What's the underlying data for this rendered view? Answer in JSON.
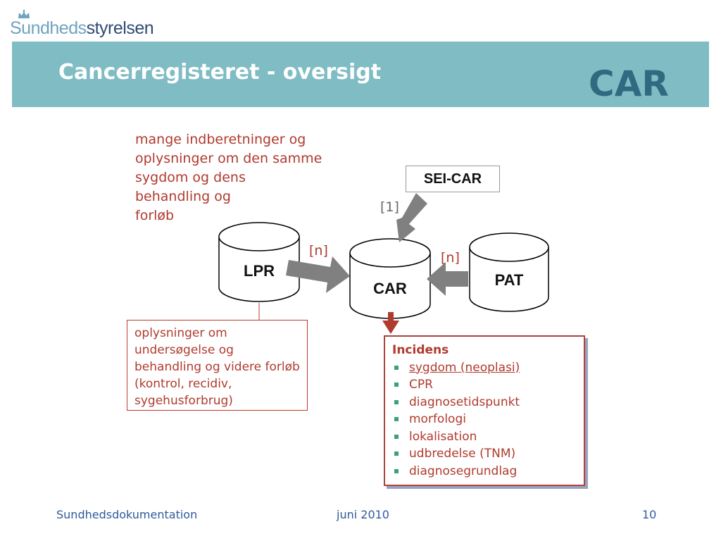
{
  "logo": {
    "part1": "Sundheds",
    "part2": "styrelsen"
  },
  "header": {
    "title": "Cancerregisteret - oversigt",
    "abbr": "CAR"
  },
  "note_top": {
    "lines": [
      "mange indberetninger og",
      "oplysninger om den samme",
      "sygdom og dens",
      "behandling og",
      "forløb"
    ]
  },
  "sources": {
    "sei_car": "SEI-CAR",
    "lpr": "LPR",
    "car": "CAR",
    "pat": "PAT"
  },
  "cardinality": {
    "sei": "[1]",
    "lpr": "[n]",
    "pat": "[n]"
  },
  "info_box": {
    "text": "oplysninger om undersøgelse og behandling og videre forløb (kontrol, recidiv, sygehusforbrug)"
  },
  "incidens": {
    "title": "Incidens",
    "items": [
      "sygdom (neoplasi)",
      "CPR",
      "diagnosetidspunkt",
      "morfologi",
      "lokalisation",
      "udbredelse (TNM)",
      "diagnosegrundlag"
    ]
  },
  "footer": {
    "left": "Sundhedsdokumentation",
    "center": "juni 2010",
    "page": "10"
  },
  "colors": {
    "band": "#7fbcc4",
    "title": "#ffffff",
    "abbr": "#2f6b80",
    "red": "#b03a2e",
    "bullet": "#3aa07f",
    "arrow": "#808080",
    "footer": "#2e5a9c"
  }
}
